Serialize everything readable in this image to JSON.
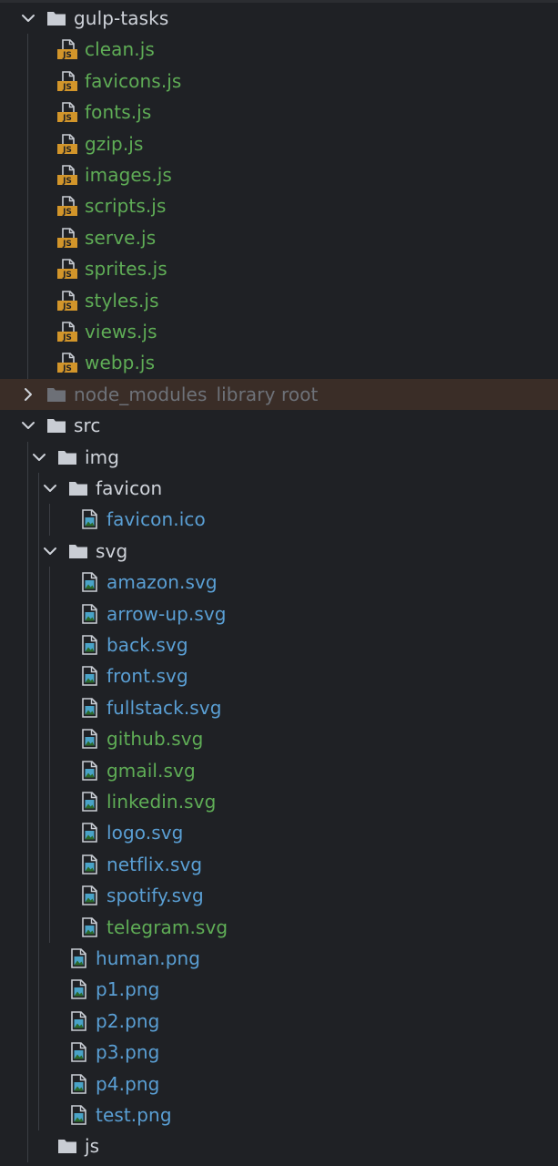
{
  "colors": {
    "background": "#1f2125",
    "folder": "#c9cdd4",
    "folder_dim": "#6d7077",
    "js_icon": "#d2952a",
    "image_icon": "#4aa3c8",
    "text_default": "#cfd3da",
    "text_green": "#5fad56",
    "text_blue": "#5a9fd4",
    "text_dim": "#6e7279",
    "highlight_row": "#3a2d27"
  },
  "rows": [
    {
      "label": "gulp-tasks",
      "name": "folder-gulp-tasks",
      "type": "folder",
      "depth": 0,
      "expanded": true,
      "color": "default",
      "icon": "folder-icon"
    },
    {
      "label": "clean.js",
      "name": "file-clean-js",
      "type": "js",
      "depth": 1,
      "color": "green",
      "icon": "js-file-icon"
    },
    {
      "label": "favicons.js",
      "name": "file-favicons-js",
      "type": "js",
      "depth": 1,
      "color": "green",
      "icon": "js-file-icon"
    },
    {
      "label": "fonts.js",
      "name": "file-fonts-js",
      "type": "js",
      "depth": 1,
      "color": "green",
      "icon": "js-file-icon"
    },
    {
      "label": "gzip.js",
      "name": "file-gzip-js",
      "type": "js",
      "depth": 1,
      "color": "green",
      "icon": "js-file-icon"
    },
    {
      "label": "images.js",
      "name": "file-images-js",
      "type": "js",
      "depth": 1,
      "color": "green",
      "icon": "js-file-icon"
    },
    {
      "label": "scripts.js",
      "name": "file-scripts-js",
      "type": "js",
      "depth": 1,
      "color": "green",
      "icon": "js-file-icon"
    },
    {
      "label": "serve.js",
      "name": "file-serve-js",
      "type": "js",
      "depth": 1,
      "color": "green",
      "icon": "js-file-icon"
    },
    {
      "label": "sprites.js",
      "name": "file-sprites-js",
      "type": "js",
      "depth": 1,
      "color": "green",
      "icon": "js-file-icon"
    },
    {
      "label": "styles.js",
      "name": "file-styles-js",
      "type": "js",
      "depth": 1,
      "color": "green",
      "icon": "js-file-icon"
    },
    {
      "label": "views.js",
      "name": "file-views-js",
      "type": "js",
      "depth": 1,
      "color": "green",
      "icon": "js-file-icon"
    },
    {
      "label": "webp.js",
      "name": "file-webp-js",
      "type": "js",
      "depth": 1,
      "color": "green",
      "icon": "js-file-icon"
    },
    {
      "label": "node_modules",
      "extra": "library root",
      "name": "folder-node-modules",
      "type": "folder",
      "depth": 0,
      "expanded": false,
      "color": "dim",
      "icon": "folder-icon",
      "highlight": true
    },
    {
      "label": "src",
      "name": "folder-src",
      "type": "folder",
      "depth": 0,
      "expanded": true,
      "color": "default",
      "icon": "folder-icon"
    },
    {
      "label": "img",
      "name": "folder-img",
      "type": "folder",
      "depth": 1,
      "expanded": true,
      "color": "default",
      "icon": "folder-icon"
    },
    {
      "label": "favicon",
      "name": "folder-favicon",
      "type": "folder",
      "depth": 2,
      "expanded": true,
      "color": "default",
      "icon": "folder-icon"
    },
    {
      "label": "favicon.ico",
      "name": "file-favicon-ico",
      "type": "image",
      "depth": 3,
      "color": "blue",
      "icon": "image-file-icon"
    },
    {
      "label": "svg",
      "name": "folder-svg",
      "type": "folder",
      "depth": 2,
      "expanded": true,
      "color": "default",
      "icon": "folder-icon"
    },
    {
      "label": "amazon.svg",
      "name": "file-amazon-svg",
      "type": "image",
      "depth": 3,
      "color": "blue",
      "icon": "image-file-icon"
    },
    {
      "label": "arrow-up.svg",
      "name": "file-arrow-up-svg",
      "type": "image",
      "depth": 3,
      "color": "blue",
      "icon": "image-file-icon"
    },
    {
      "label": "back.svg",
      "name": "file-back-svg",
      "type": "image",
      "depth": 3,
      "color": "blue",
      "icon": "image-file-icon"
    },
    {
      "label": "front.svg",
      "name": "file-front-svg",
      "type": "image",
      "depth": 3,
      "color": "blue",
      "icon": "image-file-icon"
    },
    {
      "label": "fullstack.svg",
      "name": "file-fullstack-svg",
      "type": "image",
      "depth": 3,
      "color": "blue",
      "icon": "image-file-icon"
    },
    {
      "label": "github.svg",
      "name": "file-github-svg",
      "type": "image",
      "depth": 3,
      "color": "green",
      "icon": "image-file-icon"
    },
    {
      "label": "gmail.svg",
      "name": "file-gmail-svg",
      "type": "image",
      "depth": 3,
      "color": "green",
      "icon": "image-file-icon"
    },
    {
      "label": "linkedin.svg",
      "name": "file-linkedin-svg",
      "type": "image",
      "depth": 3,
      "color": "green",
      "icon": "image-file-icon"
    },
    {
      "label": "logo.svg",
      "name": "file-logo-svg",
      "type": "image",
      "depth": 3,
      "color": "blue",
      "icon": "image-file-icon"
    },
    {
      "label": "netflix.svg",
      "name": "file-netflix-svg",
      "type": "image",
      "depth": 3,
      "color": "blue",
      "icon": "image-file-icon"
    },
    {
      "label": "spotify.svg",
      "name": "file-spotify-svg",
      "type": "image",
      "depth": 3,
      "color": "blue",
      "icon": "image-file-icon"
    },
    {
      "label": "telegram.svg",
      "name": "file-telegram-svg",
      "type": "image",
      "depth": 3,
      "color": "green",
      "icon": "image-file-icon"
    },
    {
      "label": "human.png",
      "name": "file-human-png",
      "type": "image",
      "depth": 2,
      "color": "blue",
      "icon": "image-file-icon"
    },
    {
      "label": "p1.png",
      "name": "file-p1-png",
      "type": "image",
      "depth": 2,
      "color": "blue",
      "icon": "image-file-icon"
    },
    {
      "label": "p2.png",
      "name": "file-p2-png",
      "type": "image",
      "depth": 2,
      "color": "blue",
      "icon": "image-file-icon"
    },
    {
      "label": "p3.png",
      "name": "file-p3-png",
      "type": "image",
      "depth": 2,
      "color": "blue",
      "icon": "image-file-icon"
    },
    {
      "label": "p4.png",
      "name": "file-p4-png",
      "type": "image",
      "depth": 2,
      "color": "blue",
      "icon": "image-file-icon"
    },
    {
      "label": "test.png",
      "name": "file-test-png",
      "type": "image",
      "depth": 2,
      "color": "blue",
      "icon": "image-file-icon"
    },
    {
      "label": "js",
      "name": "folder-js",
      "type": "folder",
      "depth": 1,
      "expanded": false,
      "color": "default",
      "icon": "folder-icon",
      "chevron": false
    }
  ]
}
